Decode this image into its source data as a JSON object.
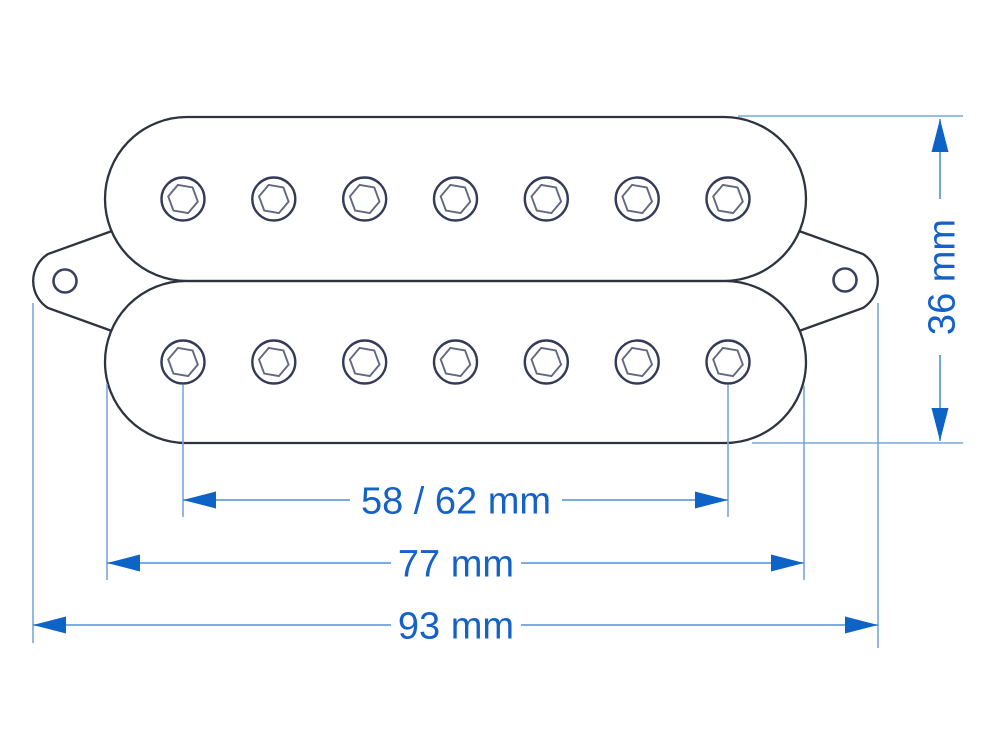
{
  "page": {
    "background": "#ffffff"
  },
  "diagram": {
    "type": "technical-drawing",
    "subject": "humbucker-pickup-top-view",
    "strings_per_row": 7,
    "pole_rows": 2,
    "dimension_labels": {
      "pole_spread": "58 / 62 mm",
      "body_width": "77 mm",
      "overall_width": "93 mm",
      "height": "36 mm"
    },
    "colors": {
      "outline": "#2e3340",
      "pole_circle": "#343b58",
      "hexagon": "#626880",
      "dimension_line": "#4e91d8",
      "extension_line": "#79a7da",
      "arrow": "#0d63c6",
      "label_text": "#1462c8",
      "background": "#ffffff"
    },
    "geometry": {
      "pole_xs": [
        183,
        273.8,
        364.7,
        455.5,
        546.3,
        637.2,
        728
      ],
      "pole_row_ys": [
        199,
        362
      ],
      "pole_outer_radius": 21.5,
      "hex_radius": 15,
      "hex_rotation_deg": 10
    }
  }
}
